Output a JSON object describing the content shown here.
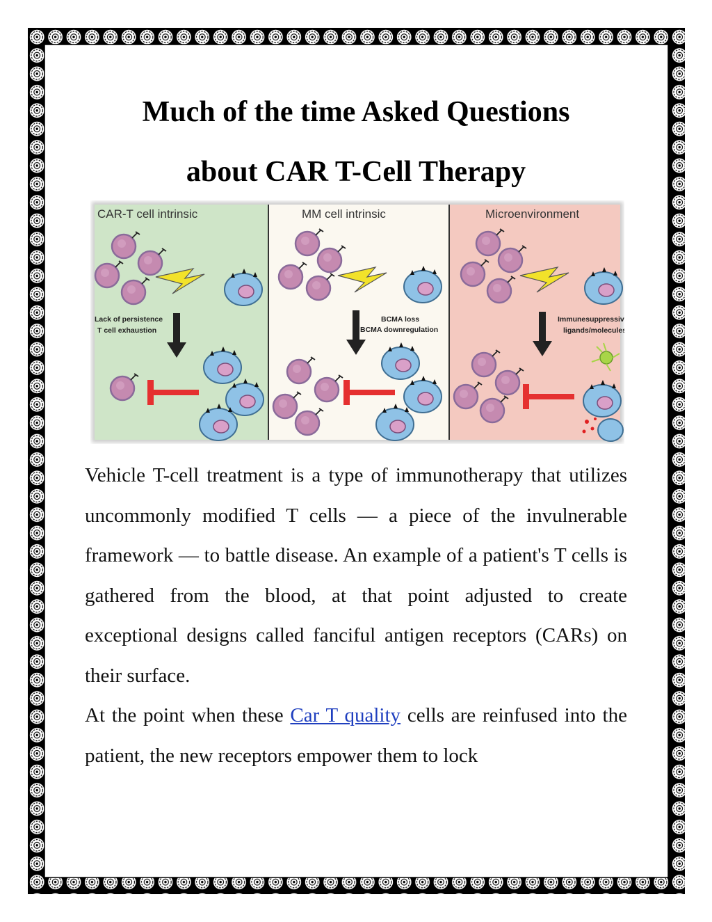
{
  "document": {
    "title_line1": "Much of the time Asked Questions",
    "title_line2": "about CAR T-Cell Therapy",
    "figure": {
      "panels": [
        {
          "header": "CAR-T cell intrinsic",
          "label_line1": "Lack of persistence",
          "label_line2": "T cell exhaustion",
          "color": "#cfe5c8"
        },
        {
          "header": "MM cell intrinsic",
          "label_line1": "BCMA loss",
          "label_line2": "BCMA downregulation",
          "color": "#fbf8f0"
        },
        {
          "header": "Microenvironment",
          "label_line1": "Immunesuppressive",
          "label_line2": "ligands/molecules",
          "color": "#f4c9c0"
        }
      ]
    },
    "paragraph1": "Vehicle T-cell treatment is a type of immunotherapy that utilizes uncommonly modified T cells — a piece of the invulnerable framework — to battle disease. An example of a patient's T cells is gathered from the blood, at that point adjusted to create exceptional designs called fanciful antigen receptors (CARs) on their surface.",
    "paragraph2_before_link": "At the point when these ",
    "paragraph2_link": "Car T quality",
    "paragraph2_after_link": " cells are reinfused into the patient, the new receptors empower them to lock"
  }
}
